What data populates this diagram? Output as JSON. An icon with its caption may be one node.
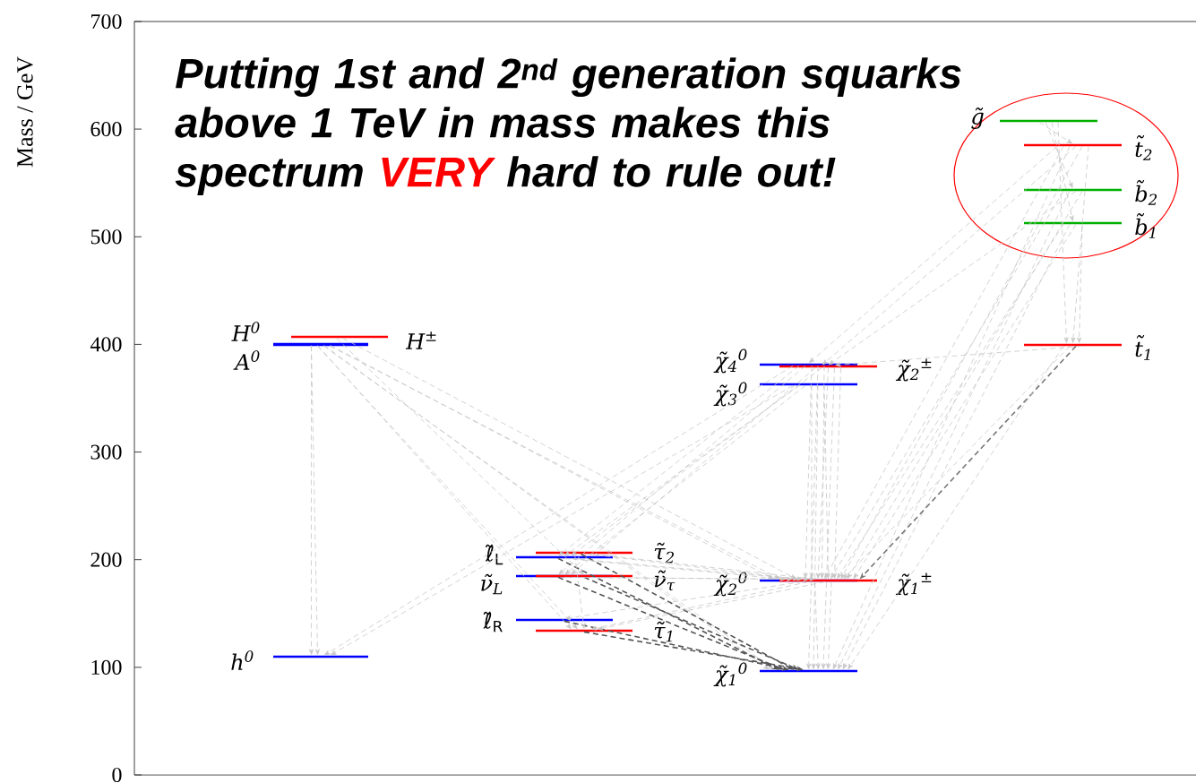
{
  "diagram": {
    "nodes": [
      {
        "text": [
          "H$^{0}$"
        ]
      },
      {
        "text": [
          "A$^{0}$"
        ]
      },
      {
        "text": [
          "H$^{±}$"
        ]
      },
      {
        "text": [
          "h$^{0}$"
        ]
      },
      {
        "text": [
          "ℓ̃$_{L}$"
        ]
      },
      {
        "text": [
          "ν̃$_{L}$"
        ]
      },
      {
        "text": [
          "ℓ̃$_{R}$"
        ]
      },
      {
        "text": [
          "τ̃$_{2}$"
        ]
      },
      {
        "text": [
          "ν̃$_{τ}$"
        ]
      },
      {
        "text": [
          "τ̃$_{1}$"
        ]
      },
      {
        "text": [
          "χ̃$_{4}$$^{0}$"
        ]
      },
      {
        "text": [
          "χ̃$_{3}$$^{0}$"
        ]
      },
      {
        "text": [
          "χ̃$_{2}$$^{±}$"
        ]
      },
      {
        "text": [
          "χ̃$_{2}$$^{0}$"
        ]
      },
      {
        "text": [
          "χ̃$_{1}$$^{±}$"
        ]
      },
      {
        "text": [
          "χ̃$_{1}$$^{0}$"
        ]
      },
      {
        "text": [
          "g̃"
        ]
      },
      {
        "text": [
          "t̃$_{2}$"
        ]
      },
      {
        "text": [
          "b̃$_{2}$"
        ]
      },
      {
        "text": [
          "b̃$_{1}$"
        ]
      },
      {
        "text": [
          "t̃$_{1}$"
        ]
      }
    ],
    "edges": [
      {
        "from": 0,
        "to": 3,
        "arrow": "to"
      },
      {
        "from": 1,
        "to": 3,
        "arrow": "to"
      },
      {
        "from": 0,
        "to": 15,
        "arrow": "to"
      },
      {
        "from": 0,
        "to": 13,
        "arrow": "to"
      },
      {
        "from": 1,
        "to": 15,
        "arrow": "to"
      },
      {
        "from": 1,
        "to": 13,
        "arrow": "to"
      },
      {
        "from": 0,
        "to": 9,
        "arrow": "to"
      },
      {
        "from": 1,
        "to": 9,
        "arrow": "to"
      },
      {
        "from": 2,
        "to": 14,
        "arrow": "to"
      },
      {
        "from": 2,
        "to": 8,
        "arrow": "to"
      },
      {
        "from": 10,
        "to": 3,
        "arrow": "to"
      },
      {
        "from": 11,
        "to": 3,
        "arrow": "to"
      },
      {
        "from": 10,
        "to": 4,
        "arrow": "to"
      },
      {
        "from": 10,
        "to": 5,
        "arrow": "to"
      },
      {
        "from": 11,
        "to": 4,
        "arrow": "to"
      },
      {
        "from": 11,
        "to": 5,
        "arrow": "to"
      },
      {
        "from": 10,
        "to": 13,
        "arrow": "to"
      },
      {
        "from": 11,
        "to": 13,
        "arrow": "to"
      },
      {
        "from": 10,
        "to": 14,
        "arrow": "to"
      },
      {
        "from": 11,
        "to": 14,
        "arrow": "to"
      },
      {
        "from": 10,
        "to": 15,
        "arrow": "to"
      },
      {
        "from": 11,
        "to": 15,
        "arrow": "to"
      },
      {
        "from": 12,
        "to": 14,
        "arrow": "to"
      },
      {
        "from": 12,
        "to": 13,
        "arrow": "to"
      },
      {
        "from": 12,
        "to": 5,
        "arrow": "to"
      },
      {
        "from": 12,
        "to": 4,
        "arrow": "to"
      },
      {
        "from": 12,
        "to": 15,
        "arrow": "to"
      },
      {
        "from": 4,
        "to": 15,
        "arrow": "to",
        "color": "#555555"
      },
      {
        "from": 5,
        "to": 15,
        "arrow": "to",
        "color": "#555555"
      },
      {
        "from": 6,
        "to": 15,
        "arrow": "to",
        "color": "#555555"
      },
      {
        "from": 7,
        "to": 15,
        "arrow": "to",
        "color": "#555555"
      },
      {
        "from": 8,
        "to": 15,
        "arrow": "to",
        "color": "#555555"
      },
      {
        "from": 9,
        "to": 15,
        "arrow": "to",
        "color": "#555555"
      },
      {
        "from": 7,
        "to": 9,
        "arrow": "to"
      },
      {
        "from": 4,
        "to": 13,
        "arrow": "to"
      },
      {
        "from": 4,
        "to": 14,
        "arrow": "to"
      },
      {
        "from": 5,
        "to": 13,
        "arrow": "to"
      },
      {
        "from": 5,
        "to": 14,
        "arrow": "to"
      },
      {
        "from": 7,
        "to": 13,
        "arrow": "to"
      },
      {
        "from": 7,
        "to": 14,
        "arrow": "to"
      },
      {
        "from": 13,
        "to": 6,
        "arrow": "to"
      },
      {
        "from": 13,
        "to": 9,
        "arrow": "to"
      },
      {
        "from": 13,
        "to": 15,
        "arrow": "to"
      },
      {
        "from": 14,
        "to": 9,
        "arrow": "to"
      },
      {
        "from": 14,
        "to": 15,
        "arrow": "to"
      },
      {
        "from": 16,
        "to": 17,
        "arrow": "to"
      },
      {
        "from": 16,
        "to": 18,
        "arrow": "to"
      },
      {
        "from": 16,
        "to": 19,
        "arrow": "to"
      },
      {
        "from": 16,
        "to": 20,
        "arrow": "to"
      },
      {
        "from": 17,
        "to": 20,
        "arrow": "to"
      },
      {
        "from": 17,
        "to": 10,
        "arrow": "to"
      },
      {
        "from": 17,
        "to": 12,
        "arrow": "to"
      },
      {
        "from": 17,
        "to": 13,
        "arrow": "to"
      },
      {
        "from": 17,
        "to": 14,
        "arrow": "to"
      },
      {
        "from": 17,
        "to": 15,
        "arrow": "to"
      },
      {
        "from": 18,
        "to": 12,
        "arrow": "to"
      },
      {
        "from": 18,
        "to": 13,
        "arrow": "to"
      },
      {
        "from": 18,
        "to": 14,
        "arrow": "to"
      },
      {
        "from": 18,
        "to": 15,
        "arrow": "to"
      },
      {
        "from": 19,
        "to": 13,
        "arrow": "to"
      },
      {
        "from": 19,
        "to": 14,
        "arrow": "to"
      },
      {
        "from": 19,
        "to": 15,
        "arrow": "to"
      },
      {
        "from": 19,
        "to": 20,
        "arrow": "to"
      },
      {
        "from": 20,
        "to": 14,
        "arrow": "to",
        "color": "#777777"
      },
      {
        "from": 20,
        "to": 15,
        "arrow": "to"
      },
      {
        "from": 20,
        "to": 13,
        "arrow": "to"
      },
      {
        "from": 20,
        "to": 12,
        "arrow": "to"
      }
    ],
    "labels": [
      "Mass / GeV",
      "700",
      "600",
      "500",
      "400",
      "300",
      "200",
      "100",
      "0",
      "Putting 1st and 2$^{nd}$ generation squarks above 1 TeV in mass makes this spectrum",
      "VERY",
      "hard to rule out!"
    ]
  }
}
